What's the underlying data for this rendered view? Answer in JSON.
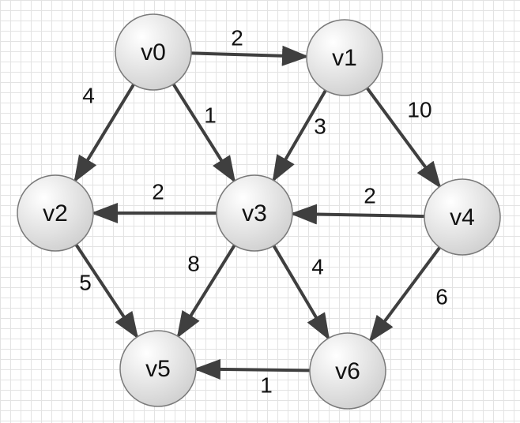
{
  "colors": {
    "edge": "#3f3f3f",
    "node_fill_light": "#ffffff",
    "node_fill_dark": "#d0d0d0",
    "node_stroke": "#7a7a7a",
    "grid": "#e3e3e3"
  },
  "nodes": [
    {
      "id": "v0",
      "label": "v0"
    },
    {
      "id": "v1",
      "label": "v1"
    },
    {
      "id": "v2",
      "label": "v2"
    },
    {
      "id": "v3",
      "label": "v3"
    },
    {
      "id": "v4",
      "label": "v4"
    },
    {
      "id": "v5",
      "label": "v5"
    },
    {
      "id": "v6",
      "label": "v6"
    }
  ],
  "edges": [
    {
      "from": "v0",
      "to": "v1",
      "weight": "2"
    },
    {
      "from": "v0",
      "to": "v2",
      "weight": "4"
    },
    {
      "from": "v0",
      "to": "v3",
      "weight": "1"
    },
    {
      "from": "v1",
      "to": "v3",
      "weight": "3"
    },
    {
      "from": "v1",
      "to": "v4",
      "weight": "10"
    },
    {
      "from": "v3",
      "to": "v2",
      "weight": "2"
    },
    {
      "from": "v4",
      "to": "v3",
      "weight": "2"
    },
    {
      "from": "v2",
      "to": "v5",
      "weight": "5"
    },
    {
      "from": "v3",
      "to": "v5",
      "weight": "8"
    },
    {
      "from": "v3",
      "to": "v6",
      "weight": "4"
    },
    {
      "from": "v4",
      "to": "v6",
      "weight": "6"
    },
    {
      "from": "v6",
      "to": "v5",
      "weight": "1"
    }
  ]
}
